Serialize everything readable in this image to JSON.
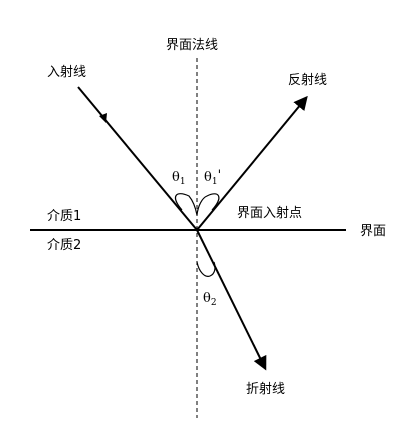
{
  "labels": {
    "normal": "界面法线",
    "incident_ray": "入射线",
    "reflected_ray": "反射线",
    "refracted_ray": "折射线",
    "interface": "界面",
    "incidence_point": "界面入射点",
    "medium_1": "介质1",
    "medium_2": "介质2"
  },
  "angles": {
    "incident": {
      "symbol": "θ",
      "subscript": "1",
      "suffix": ""
    },
    "reflected": {
      "symbol": "θ",
      "subscript": "1",
      "suffix": "'"
    },
    "refracted": {
      "symbol": "θ",
      "subscript": "2",
      "suffix": ""
    }
  },
  "colors": {
    "line": "#000000",
    "background": "#ffffff"
  }
}
